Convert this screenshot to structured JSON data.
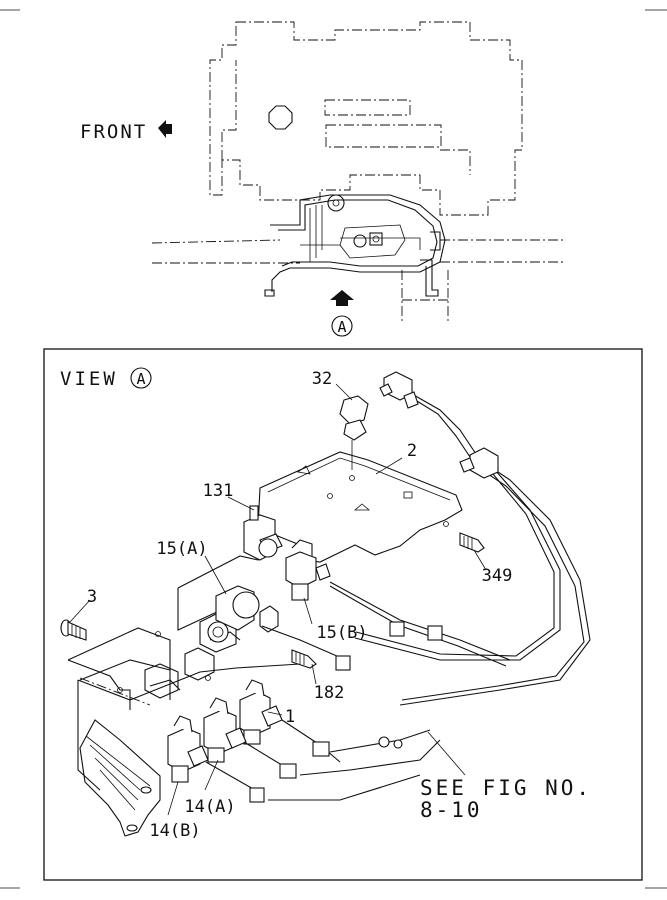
{
  "top_view": {
    "front_label": "FRONT",
    "view_marker": "A"
  },
  "detail_view": {
    "title": "VIEW",
    "title_marker": "A"
  },
  "callouts": {
    "c32": "32",
    "c2": "2",
    "c131": "131",
    "c15a": "15(A)",
    "c349": "349",
    "c3": "3",
    "c15b": "15(B)",
    "c182": "182",
    "c1": "1",
    "c14a": "14(A)",
    "c14b": "14(B)"
  },
  "reference": {
    "line1": "SEE FIG NO.",
    "line2": "8-10"
  }
}
